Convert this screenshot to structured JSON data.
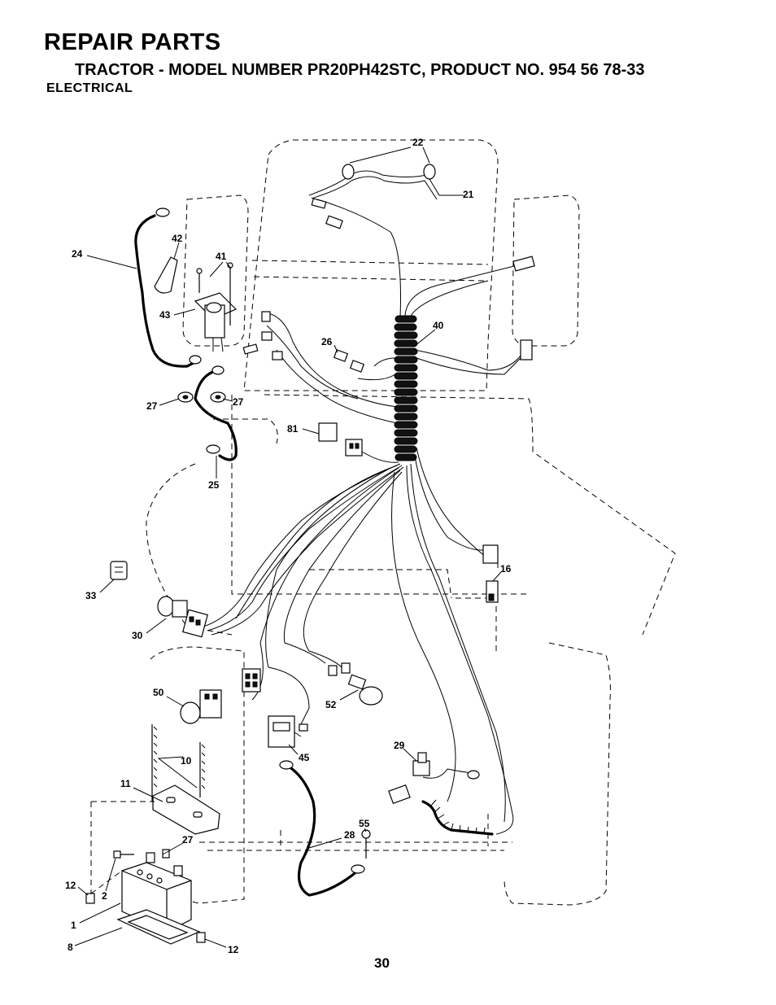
{
  "header": {
    "title": "REPAIR PARTS",
    "subtitle": "TRACTOR - MODEL NUMBER PR20PH42STC, PRODUCT NO. 954 56 78-33",
    "section": "ELECTRICAL"
  },
  "page_number": "30",
  "callouts": {
    "c22": "22",
    "c21": "21",
    "c24": "24",
    "c42": "42",
    "c41": "41",
    "c43": "43",
    "c40": "40",
    "c26": "26",
    "c27a": "27",
    "c27b": "27",
    "c81": "81",
    "c25": "25",
    "c16": "16",
    "c33": "33",
    "c30": "30",
    "c50": "50",
    "c52": "52",
    "c45": "45",
    "c29": "29",
    "c10": "10",
    "c11": "11",
    "c27c": "27",
    "c55": "55",
    "c28": "28",
    "c12a": "12",
    "c2": "2",
    "c1": "1",
    "c8": "8",
    "c12b": "12"
  }
}
